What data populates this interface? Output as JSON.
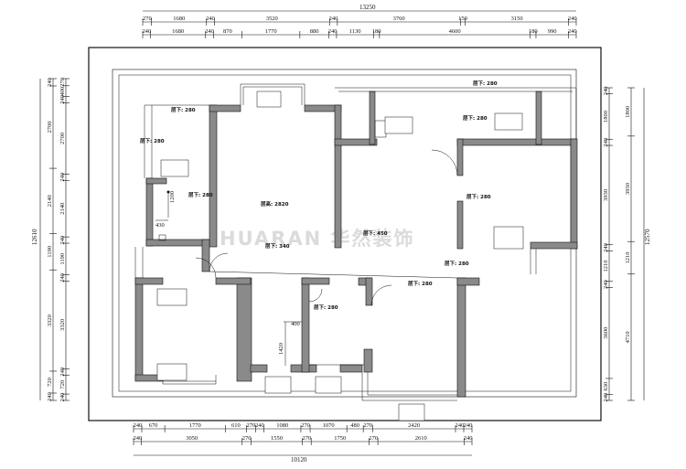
{
  "drawing": {
    "watermark": "HUARAN 华然装饰",
    "top_dims": {
      "total": "13250",
      "row1": [
        "270",
        "1680",
        "240",
        "3520",
        "240",
        "3760",
        "150",
        "3150",
        "240"
      ],
      "row2": [
        "240",
        "1680",
        "240",
        "870",
        "1770",
        "880",
        "240",
        "1130",
        "180",
        "4600",
        "180",
        "990",
        "240"
      ]
    },
    "bottom_dims": {
      "total": "10120",
      "row1": [
        "240",
        "670",
        "1770",
        "610",
        "270",
        "240",
        "1080",
        "270",
        "1070",
        "480",
        "270",
        "2420",
        "240",
        "240"
      ],
      "row2": [
        "240",
        "3050",
        "270",
        "1550",
        "270",
        "1750",
        "270",
        "2610",
        "240"
      ]
    },
    "left_dims": {
      "total": "12610",
      "outer": [
        "240",
        "2700",
        "2140",
        "1190",
        "3320",
        "720",
        "240"
      ],
      "inner": [
        "270",
        "400",
        "240",
        "2700",
        "240",
        "2140",
        "240",
        "1190",
        "240",
        "3320",
        "240",
        "720",
        "240"
      ]
    },
    "right_dims": {
      "total": "12570",
      "outer": [
        "1800",
        "3930",
        "1210",
        "4710"
      ],
      "inner": [
        "240",
        "1800",
        "240",
        "3930",
        "240",
        "1210",
        "240",
        "3600",
        "630",
        "240"
      ]
    },
    "room_labels": {
      "ceiling_280_a": "层下: 280",
      "ceiling_280_b": "层下: 280",
      "ceiling_280_c": "层下: 280",
      "ceiling_280_d": "层下: 280",
      "ceiling_280_e": "层下: 280",
      "ceiling_280_f": "层下: 280",
      "ceiling_280_g": "层下: 280",
      "ceiling_280_h": "层下: 280",
      "ceiling_280_i": "层下: 280",
      "ceiling_340": "层下: 340",
      "ceiling_450": "层下: 450",
      "dining": "层高: 2820",
      "dim_1200": "1200",
      "dim_430": "430",
      "dim_400": "400",
      "dim_1420": "1420"
    }
  }
}
